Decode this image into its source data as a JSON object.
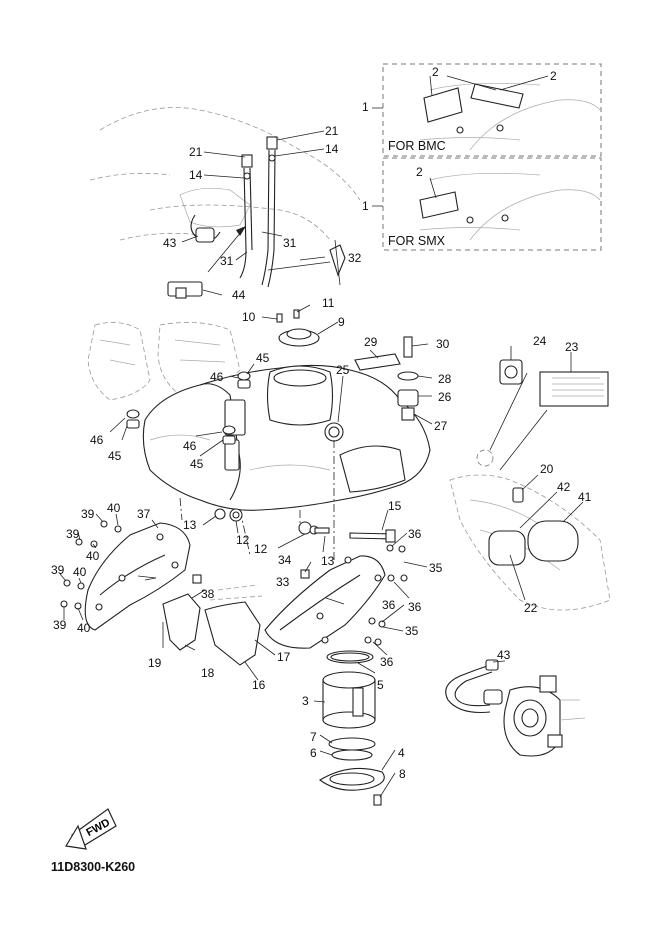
{
  "diagram_code": "11D8300-K260",
  "fwd_label": "FWD",
  "variant_notes": {
    "bmc": "FOR BMC",
    "smx": "FOR SMX"
  },
  "callouts": [
    {
      "id": "c1a",
      "text": "1"
    },
    {
      "id": "c1b",
      "text": "1"
    },
    {
      "id": "c2a",
      "text": "2"
    },
    {
      "id": "c2b",
      "text": "2"
    },
    {
      "id": "c2c",
      "text": "2"
    },
    {
      "id": "c21a",
      "text": "21"
    },
    {
      "id": "c21b",
      "text": "21"
    },
    {
      "id": "c14a",
      "text": "14"
    },
    {
      "id": "c14b",
      "text": "14"
    },
    {
      "id": "c43a",
      "text": "43"
    },
    {
      "id": "c31a",
      "text": "31"
    },
    {
      "id": "c31b",
      "text": "31"
    },
    {
      "id": "c32",
      "text": "32"
    },
    {
      "id": "c44",
      "text": "44"
    },
    {
      "id": "c10",
      "text": "10"
    },
    {
      "id": "c11",
      "text": "11"
    },
    {
      "id": "c9",
      "text": "9"
    },
    {
      "id": "c29",
      "text": "29"
    },
    {
      "id": "c30",
      "text": "30"
    },
    {
      "id": "c24",
      "text": "24"
    },
    {
      "id": "c23",
      "text": "23"
    },
    {
      "id": "c45a",
      "text": "45"
    },
    {
      "id": "c46a",
      "text": "46"
    },
    {
      "id": "c25",
      "text": "25"
    },
    {
      "id": "c28",
      "text": "28"
    },
    {
      "id": "c26",
      "text": "26"
    },
    {
      "id": "c27",
      "text": "27"
    },
    {
      "id": "c46b",
      "text": "46"
    },
    {
      "id": "c45b",
      "text": "45"
    },
    {
      "id": "c46c",
      "text": "46"
    },
    {
      "id": "c45c",
      "text": "45"
    },
    {
      "id": "c20",
      "text": "20"
    },
    {
      "id": "c42",
      "text": "42"
    },
    {
      "id": "c41",
      "text": "41"
    },
    {
      "id": "c15",
      "text": "15"
    },
    {
      "id": "c39a",
      "text": "39"
    },
    {
      "id": "c40a",
      "text": "40"
    },
    {
      "id": "c37",
      "text": "37"
    },
    {
      "id": "c13a",
      "text": "13"
    },
    {
      "id": "c39b",
      "text": "39"
    },
    {
      "id": "c40b",
      "text": "40"
    },
    {
      "id": "c12a",
      "text": "12"
    },
    {
      "id": "c36a",
      "text": "36"
    },
    {
      "id": "c12b",
      "text": "12"
    },
    {
      "id": "c13b",
      "text": "13"
    },
    {
      "id": "c34",
      "text": "34"
    },
    {
      "id": "c35a",
      "text": "35"
    },
    {
      "id": "c39c",
      "text": "39"
    },
    {
      "id": "c40c",
      "text": "40"
    },
    {
      "id": "c33",
      "text": "33"
    },
    {
      "id": "c36b",
      "text": "36"
    },
    {
      "id": "c22",
      "text": "22"
    },
    {
      "id": "c38",
      "text": "38"
    },
    {
      "id": "c39d",
      "text": "39"
    },
    {
      "id": "c40d",
      "text": "40"
    },
    {
      "id": "c36c",
      "text": "36"
    },
    {
      "id": "c35b",
      "text": "35"
    },
    {
      "id": "c17",
      "text": "17"
    },
    {
      "id": "c19",
      "text": "19"
    },
    {
      "id": "c18",
      "text": "18"
    },
    {
      "id": "c36d",
      "text": "36"
    },
    {
      "id": "c43b",
      "text": "43"
    },
    {
      "id": "c16",
      "text": "16"
    },
    {
      "id": "c5",
      "text": "5"
    },
    {
      "id": "c3",
      "text": "3"
    },
    {
      "id": "c7",
      "text": "7"
    },
    {
      "id": "c6",
      "text": "6"
    },
    {
      "id": "c4",
      "text": "4"
    },
    {
      "id": "c8",
      "text": "8"
    }
  ]
}
